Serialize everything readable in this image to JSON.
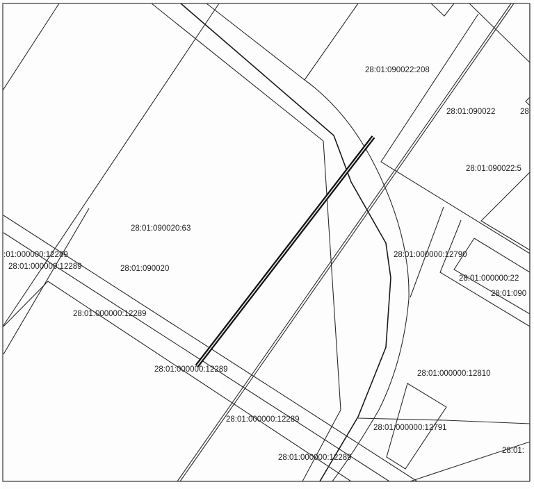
{
  "map": {
    "labels": {
      "l_090022_208": "28:01:090022:208",
      "l_090022": "28:01:090022",
      "l_28_edge": "28",
      "l_090022_5": "28:01:090022:5",
      "l_090020_63": "28:01:090020:63",
      "l_12289_a": ":01:000000:12289",
      "l_12289_b": "28:01:000000:12289",
      "l_090020": "28:01:090020",
      "l_12790": "28:01:000000:12790",
      "l_000000_22": "28:01:000000:22",
      "l_090_edge": "28:01:090",
      "l_12289_c": "28:01:000000:12289",
      "l_12289_d": "28:01:000000:12289",
      "l_12810": "28:01:000000:12810",
      "l_12289_e": "28:01:000000:12289",
      "l_12791": "28:01:000000:12791",
      "l_12289_f": "28:01:000000:12289",
      "l_28_01_edge": "28:01:"
    },
    "colors": {
      "line": "#2a2a2a",
      "background": "#fdfdfd"
    }
  }
}
